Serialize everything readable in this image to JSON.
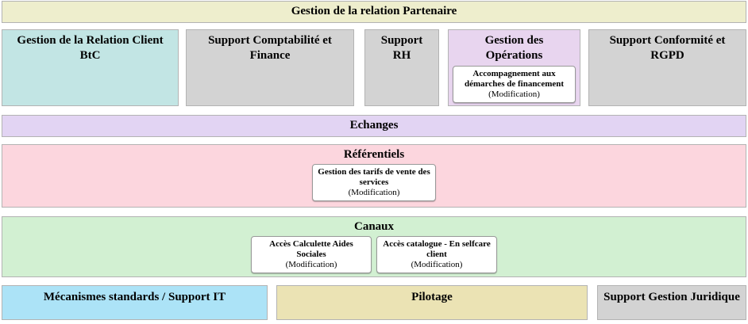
{
  "diagram": {
    "top_banner": {
      "label": "Gestion de la relation Partenaire"
    },
    "row2": [
      {
        "label": "Gestion de la Relation Client BtC"
      },
      {
        "label": "Support Comptabilité et Finance"
      },
      {
        "label": "Support RH"
      },
      {
        "label": "Gestion des Opérations",
        "sub_title": "Accompagnement aux démarches de financement",
        "sub_note": "(Modification)"
      },
      {
        "label": "Support Conformité et RGPD"
      }
    ],
    "echanges": {
      "label": "Echanges"
    },
    "referentiels": {
      "label": "Référentiels",
      "sub_title": "Gestion des tarifs de vente des services",
      "sub_note": "(Modification)"
    },
    "canaux": {
      "label": "Canaux",
      "boxes": [
        {
          "title": "Accès Calculette Aides Sociales",
          "note": "(Modification)"
        },
        {
          "title": "Accès catalogue - En selfcare client",
          "note": "(Modification)"
        }
      ]
    },
    "bottom": [
      {
        "label": "Mécanismes standards / Support IT"
      },
      {
        "label": "Pilotage"
      },
      {
        "label": "Support Gestion Juridique"
      }
    ]
  },
  "colors": {
    "banner_yellow": "#eeeecd",
    "teal": "#c2e5e4",
    "gray": "#d3d3d3",
    "lavender": "#e8d5ef",
    "purple": "#e2d4f3",
    "pink": "#fcd6de",
    "green": "#d2f0d2",
    "blue": "#ace3f7",
    "tan": "#ebe3b4",
    "subbox_bg": "#ffffff",
    "text": "#000000"
  }
}
